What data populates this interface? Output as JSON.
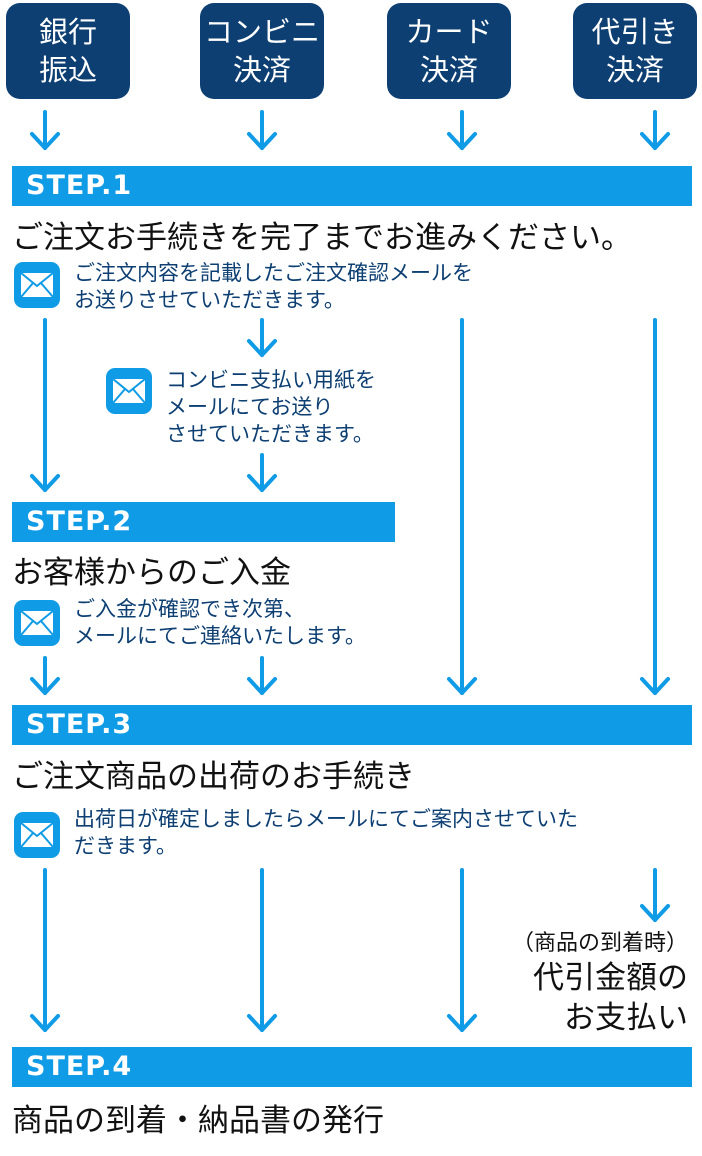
{
  "payments": [
    {
      "line1": "銀行",
      "line2": "振込"
    },
    {
      "line1": "コンビニ",
      "line2": "決済"
    },
    {
      "line1": "カード",
      "line2": "決済"
    },
    {
      "line1": "代引き",
      "line2": "決済"
    }
  ],
  "step1": {
    "label": "STEP.1",
    "title": "ご注文お手続きを完了までお進みください。",
    "note_line1": "ご注文内容を記載したご注文確認メールを",
    "note_line2": "お送りさせていただきます。",
    "konbini_line1": "コンビニ支払い用紙を",
    "konbini_line2": "メールにてお送り",
    "konbini_line3": "させていただきます。"
  },
  "step2": {
    "label": "STEP.2",
    "title": "お客様からのご入金",
    "note_line1": "ご入金が確認でき次第、",
    "note_line2": "メールにてご連絡いたします。"
  },
  "step3": {
    "label": "STEP.3",
    "title": "ご注文商品の出荷のお手続き",
    "note_line1": "出荷日が確定しましたらメールにてご案内させていた",
    "note_line2": "だきます。"
  },
  "cod": {
    "small": "（商品の到着時）",
    "line1": "代引金額の",
    "line2": "お支払い"
  },
  "step4": {
    "label": "STEP.4",
    "title": "商品の到着・納品書の発行"
  },
  "colors": {
    "navy": "#0d3f73",
    "blue": "#0f9be6"
  }
}
